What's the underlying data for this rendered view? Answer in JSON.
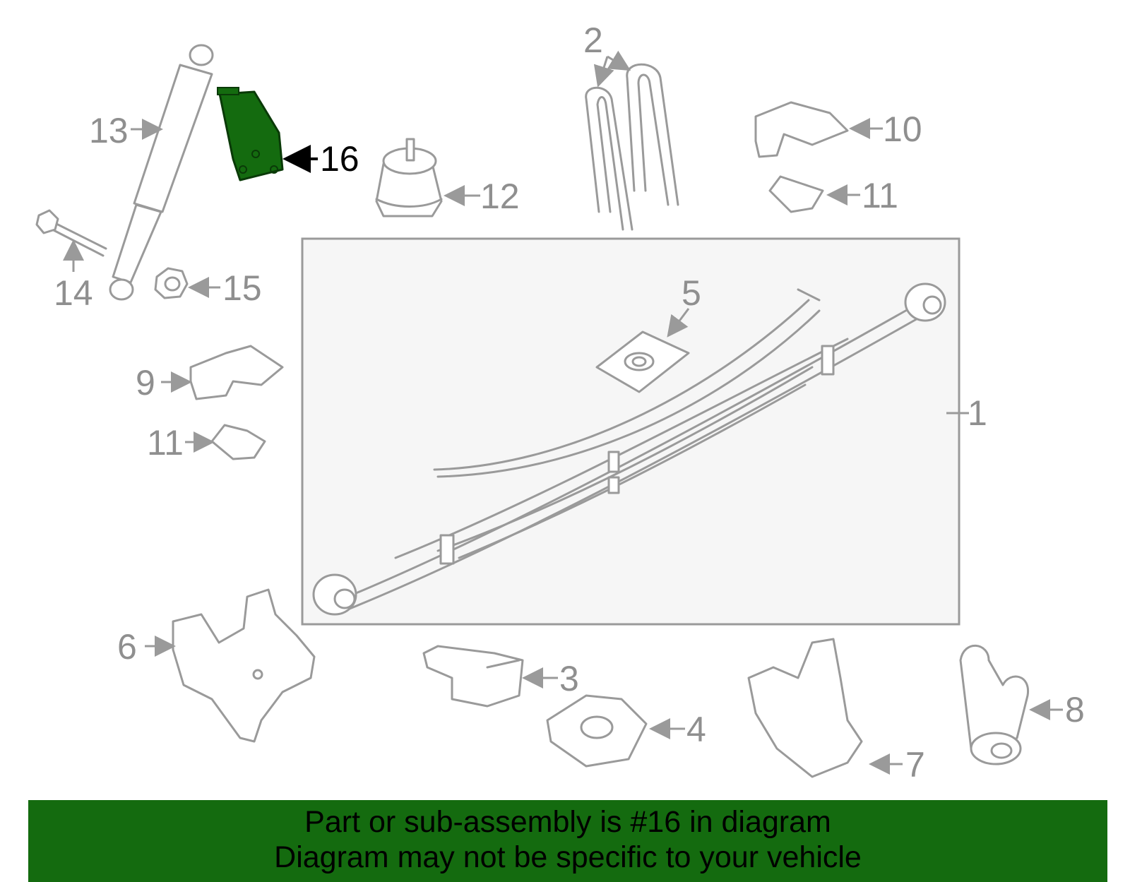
{
  "callouts": {
    "c1": "1",
    "c2": "2",
    "c3": "3",
    "c4": "4",
    "c5": "5",
    "c6": "6",
    "c7": "7",
    "c8": "8",
    "c9": "9",
    "c10": "10",
    "c11a": "11",
    "c11b": "11",
    "c12": "12",
    "c13": "13",
    "c14": "14",
    "c15": "15",
    "c16": "16"
  },
  "highlight": {
    "part_number": "16",
    "color": "#146b0f"
  },
  "banner": {
    "line1": "Part or sub-assembly is #16 in diagram",
    "line2": "Diagram may not be specific to your vehicle",
    "background": "#146b0f"
  }
}
